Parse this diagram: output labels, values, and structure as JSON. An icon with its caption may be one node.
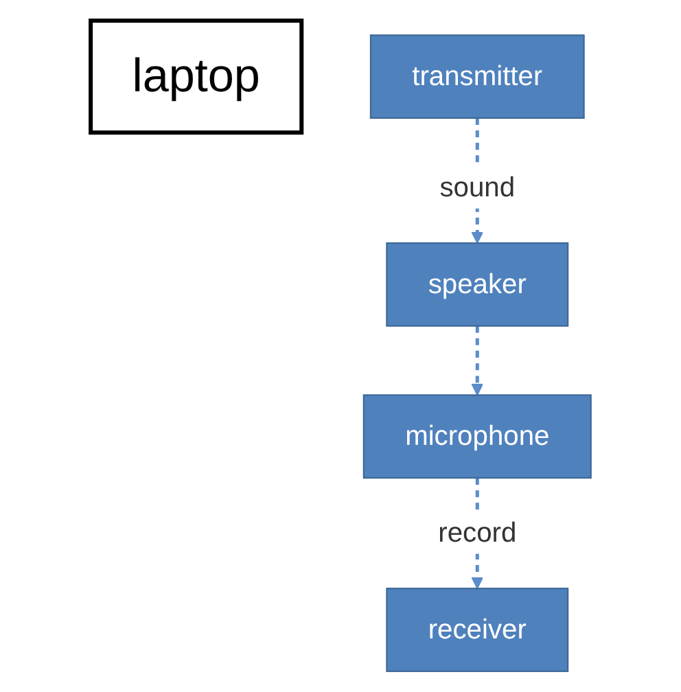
{
  "diagram": {
    "nodes": [
      {
        "text": [
          "laptop"
        ]
      },
      {
        "text": [
          "transmitter"
        ]
      },
      {
        "text": [
          "receiver"
        ]
      },
      {
        "text": [
          "speaker"
        ]
      },
      {
        "text": [
          "microphone"
        ]
      }
    ],
    "edges": [
      {
        "from": 1,
        "to": 3,
        "arrow": "to",
        "label": "sound",
        "style": "dashed"
      },
      {
        "from": 4,
        "to": 2,
        "arrow": "to",
        "label": "record",
        "style": "dashed"
      },
      {
        "from": 3,
        "to": 4,
        "arrow": "to",
        "style": "dashed"
      }
    ]
  }
}
